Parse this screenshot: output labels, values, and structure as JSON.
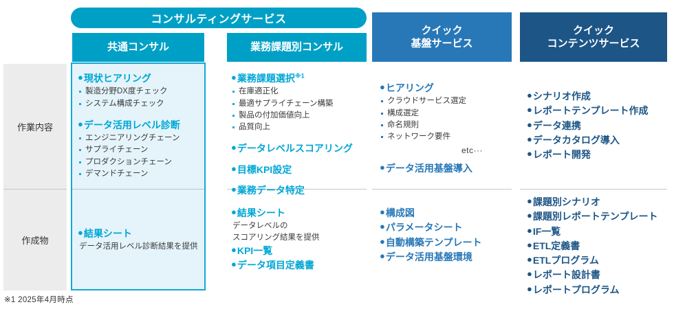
{
  "group": {
    "label": "コンサルティングサービス",
    "color": "#00A0C6"
  },
  "row_labels": [
    {
      "label": "作業内容"
    },
    {
      "label": "作成物"
    }
  ],
  "columns": [
    {
      "header": "共通コンサル",
      "header_color": "#00A0C6",
      "accent": "#00A6D6",
      "work": {
        "groups": [
          {
            "title": "現状ヒアリング",
            "sub": [
              "製造分野DX度チェック",
              "システム構成チェック"
            ]
          },
          {
            "title": "データ活用レベル診断",
            "sub": [
              "エンジニアリングチェーン",
              "サプライチェーン",
              "プロダクションチェーン",
              "デマンドチェーン"
            ]
          }
        ]
      },
      "deliverables": {
        "groups": [
          {
            "title": "結果シート",
            "note": "データ活用レベル診断結果を提供"
          }
        ]
      }
    },
    {
      "header": "業務課題別コンサル",
      "header_color": "#00A0C6",
      "accent": "#00A6D6",
      "work": {
        "groups": [
          {
            "title": "業務課題選択",
            "title_sup": "※1",
            "sub": [
              "在庫適正化",
              "最適サプライチェーン構築",
              "製品の付加価値向上",
              "品質向上"
            ]
          },
          {
            "title": "データレベルスコアリング"
          },
          {
            "title": "目標KPI設定"
          },
          {
            "title": "業務データ特定"
          }
        ]
      },
      "deliverables": {
        "groups": [
          {
            "title": "結果シート",
            "note_lines": [
              "データレベルの",
              "スコアリング結果を提供"
            ]
          },
          {
            "title": "KPI一覧"
          },
          {
            "title": "データ項目定義書"
          }
        ]
      }
    },
    {
      "header_line1": "クイック",
      "header_line2": "基盤サービス",
      "header_color": "#2878B8",
      "accent": "#2878B8",
      "work": {
        "groups": [
          {
            "title": "ヒアリング",
            "sub": [
              "クラウドサービス選定",
              "構成選定",
              "命名規則",
              "ネットワーク要件"
            ],
            "etc": "etc···"
          },
          {
            "title": "データ活用基盤導入"
          }
        ]
      },
      "deliverables": {
        "groups": [
          {
            "title": "構成図"
          },
          {
            "title": "パラメータシート"
          },
          {
            "title": "自動構築テンプレート"
          },
          {
            "title": "データ活用基盤環境"
          }
        ]
      }
    },
    {
      "header_line1": "クイック",
      "header_line2": "コンテンツサービス",
      "header_color": "#1D5586",
      "accent": "#1D5586",
      "work": {
        "groups": [
          {
            "title": "シナリオ作成"
          },
          {
            "title": "レポートテンプレート作成"
          },
          {
            "title": "データ連携"
          },
          {
            "title": "データカタログ導入"
          },
          {
            "title": "レポート開発"
          }
        ]
      },
      "deliverables": {
        "groups": [
          {
            "title": "課題別シナリオ"
          },
          {
            "title": "課題別レポートテンプレート"
          },
          {
            "title": "IF一覧"
          },
          {
            "title": "ETL定義書"
          },
          {
            "title": "ETLプログラム"
          },
          {
            "title": "レポート設計書"
          },
          {
            "title": "レポートプログラム"
          }
        ]
      }
    }
  ],
  "footnote": "※1  2025年4月時点",
  "bullet_glyph": "●"
}
